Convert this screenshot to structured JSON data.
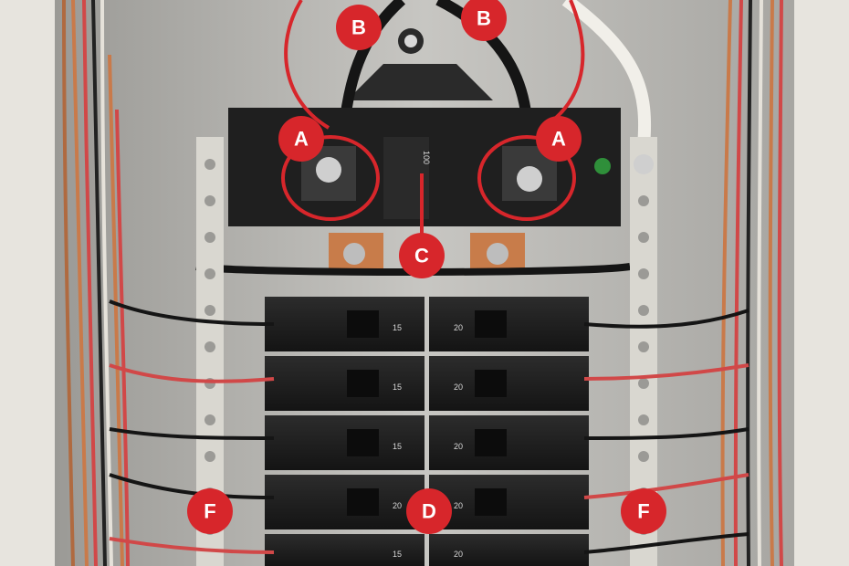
{
  "image": {
    "subject": "residential breaker panel with labeled callouts",
    "callouts": [
      {
        "id": "A1",
        "label": "A"
      },
      {
        "id": "A2",
        "label": "A"
      },
      {
        "id": "B1",
        "label": "B"
      },
      {
        "id": "B2",
        "label": "B"
      },
      {
        "id": "C",
        "label": "C"
      },
      {
        "id": "D",
        "label": "D"
      },
      {
        "id": "F1",
        "label": "F"
      },
      {
        "id": "F2",
        "label": "F"
      }
    ],
    "main_breaker_label": "100",
    "left_breakers": [
      "15",
      "15",
      "15",
      "20",
      "15"
    ],
    "right_breakers": [
      "20",
      "20",
      "20",
      "20",
      "20"
    ],
    "colors": {
      "callout_red": "#d7262b",
      "panel_gray": "#c9c8c4",
      "breaker_black": "#1e1e1e",
      "copper": "#c87c4a"
    }
  }
}
